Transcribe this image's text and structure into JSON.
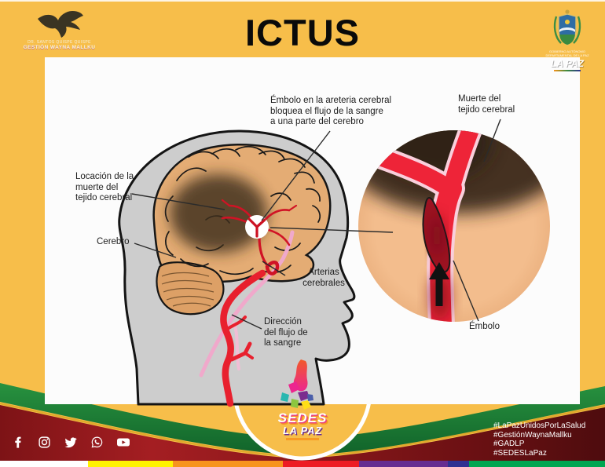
{
  "page": {
    "title": "ICTUS",
    "background_color": "#F7BE4A",
    "card_color": "#FCFCFC"
  },
  "logos": {
    "condor": {
      "line1": "DR. SANTOS QUISPE QUISPE",
      "line2": "GESTIÓN WAYNA MALLKU"
    },
    "lapaz": {
      "dept_line1": "GOBIERNO AUTÓNOMO",
      "dept_line2": "DEPARTAMENTAL DE LA PAZ",
      "name": "LA PAZ"
    }
  },
  "diagram": {
    "labels": {
      "embolism_heading": "Émbolo en la areteria cerebral\nbloquea el flujo de la sangre\na una parte del cerebro",
      "tissue_death_right": "Muerte del\ntejido cerebral",
      "tissue_death_left": "Locación de la\nmuerte del\ntejido cerebral",
      "brain": "Cerebro",
      "arteries": "Arterias\ncerebrales",
      "blood_flow": "Dirección\ndel flujo de\nla sangre",
      "embolus": "Émbolo"
    },
    "colors": {
      "head_gray": "#CDCDCD",
      "brain_tan": "#E4AC74",
      "dead_tissue": "#3E2D1B",
      "artery_red": "#E8202E",
      "vein_pink": "#F0A9CB",
      "zoom_circle_bg": "#F3BD8D",
      "embolus_dark": "#9C1322"
    }
  },
  "badge": {
    "line1": "SEDES",
    "line2": "LA PAZ"
  },
  "footer": {
    "social_icons": [
      "facebook-icon",
      "instagram-icon",
      "twitter-icon",
      "whatsapp-icon",
      "youtube-icon"
    ],
    "hashtags": [
      "#LaPazUnidosPorLaSalud",
      "#GestiónWaynaMallku",
      "#GADLP",
      "#SEDESLaPaz"
    ],
    "colors": {
      "red_dark": "#8E191C",
      "green": "#1F7A3C",
      "gold_line": "#E0A92B"
    }
  },
  "rainbow_strip": {
    "segments": [
      {
        "color": "#FFFFFF",
        "width": 112
      },
      {
        "color": "#FFF200",
        "width": 108
      },
      {
        "color": "#F7941D",
        "width": 140
      },
      {
        "color": "#ED1C24",
        "width": 97
      },
      {
        "color": "#662D91",
        "width": 113
      },
      {
        "color": "#2E3192",
        "width": 27
      },
      {
        "color": "#00A651",
        "width": 173
      }
    ]
  }
}
